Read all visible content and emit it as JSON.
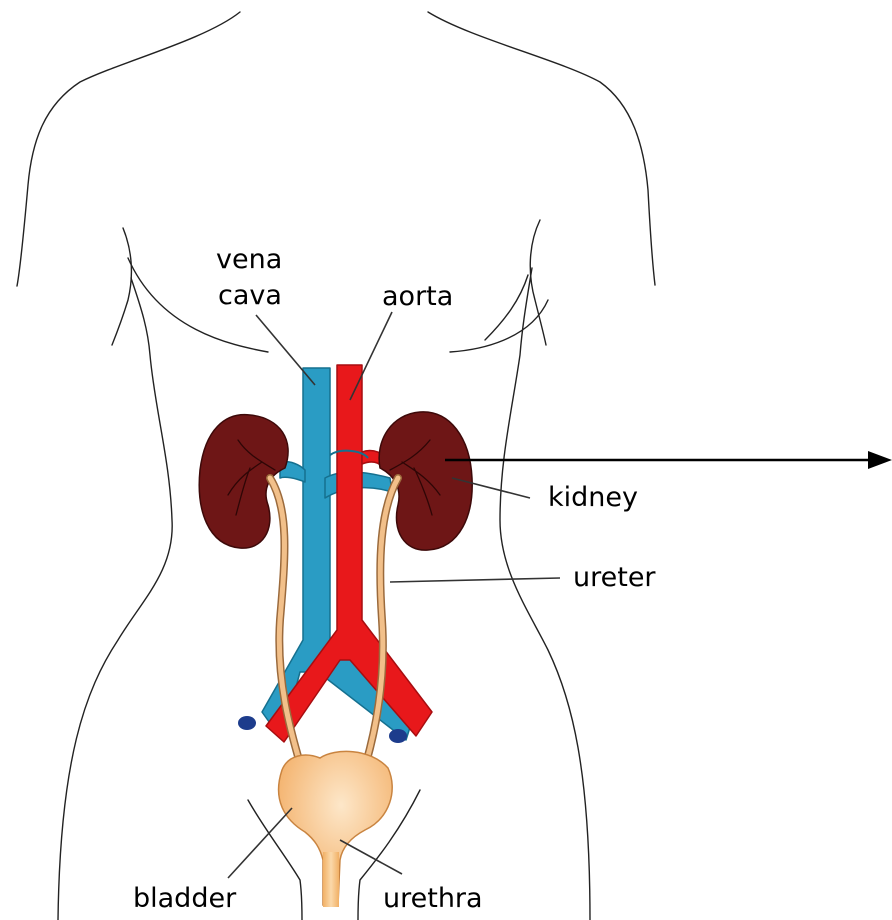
{
  "labels": {
    "vena_cava_line1": "vena",
    "vena_cava_line2": "cava",
    "aorta": "aorta",
    "kidney": "kidney",
    "ureter": "ureter",
    "bladder": "bladder",
    "urethra": "urethra"
  },
  "colors": {
    "vein": "#2a9cc4",
    "artery": "#e8181b",
    "kidney": "#6e1616",
    "ureter": "#f2c08a",
    "bladder": "#f7b270"
  }
}
